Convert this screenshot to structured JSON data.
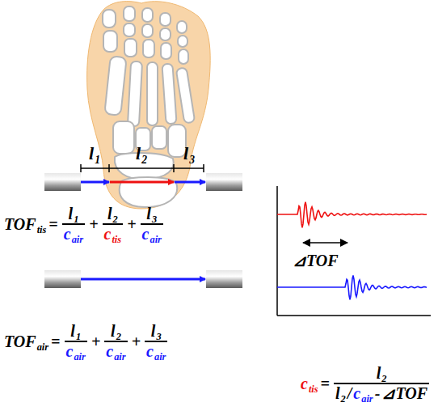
{
  "diagram": {
    "labels": [
      "l",
      "1",
      "l",
      "2",
      "l",
      "3",
      "TOF",
      "tis",
      "=",
      "l",
      "1",
      "c",
      "air",
      "+",
      "l",
      "2",
      "c",
      "tis",
      "+",
      "l",
      "3",
      "c",
      "air",
      "TOF",
      "air",
      "=",
      "l",
      "1",
      "c",
      "air",
      "+",
      "l",
      "2",
      "c",
      "air",
      "+",
      "l",
      "3",
      "c",
      "air",
      "⊿TOF",
      "c",
      "tis",
      "=",
      "l",
      "2",
      "l",
      "2",
      "/",
      "c",
      "air",
      "-",
      "⊿TOF"
    ]
  }
}
